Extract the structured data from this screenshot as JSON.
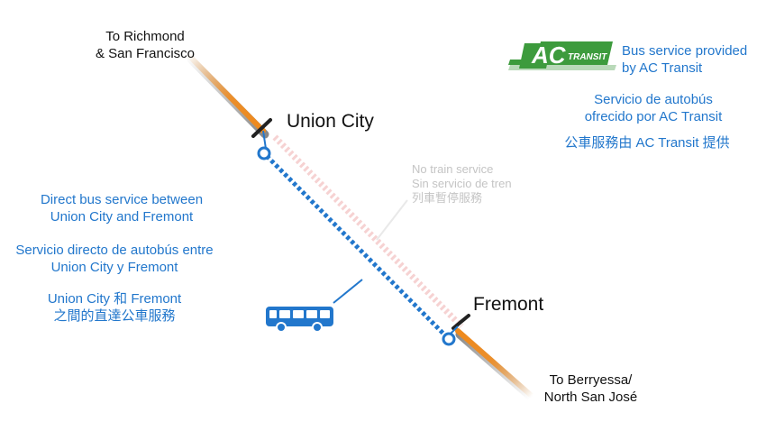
{
  "terminals": {
    "north": [
      "To Richmond",
      "& San Francisco"
    ],
    "south": [
      "To Berryessa/",
      "North San José"
    ]
  },
  "stations": {
    "union_city": "Union City",
    "fremont": "Fremont"
  },
  "no_service": [
    "No train service",
    "Sin servicio de tren",
    "列車暫停服務"
  ],
  "bus_direct": {
    "en": [
      "Direct bus service between",
      "Union City and Fremont"
    ],
    "es": [
      "Servicio directo de autobús entre",
      "Union City y Fremont"
    ],
    "zh": [
      "Union City 和 Fremont",
      "之間的直達公車服務"
    ]
  },
  "provider": {
    "logo_text": "TRANSIT",
    "en": [
      "Bus service provided",
      "by AC Transit"
    ],
    "es": [
      "Servicio de autobús",
      "ofrecido por AC Transit"
    ],
    "zh": "公車服務由 AC Transit 提供"
  },
  "icons": [
    "bus-icon",
    "ac-transit-logo"
  ],
  "colors": {
    "accent_blue": "#2277cc",
    "rail_orange": "#f08a1c",
    "logo_green": "#3d9b3d",
    "muted_grey": "#c4c4c4"
  }
}
